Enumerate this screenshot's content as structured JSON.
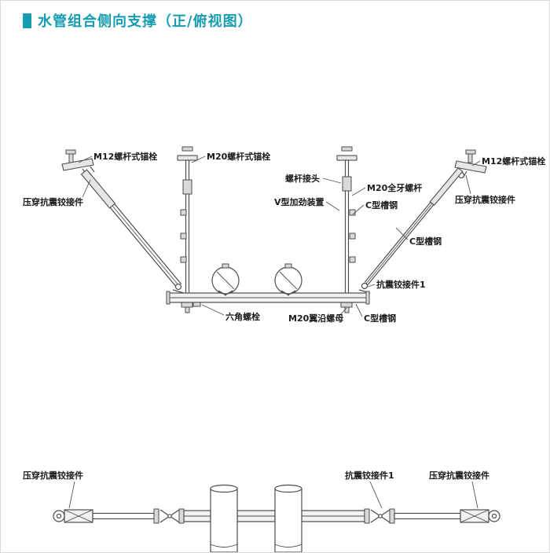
{
  "title": {
    "text": "水管组合侧向支撑（正/俯视图）"
  },
  "front": {
    "m12_anchor_left": "M12螺杆式锚栓",
    "m20_anchor": "M20螺杆式锚栓",
    "rod_coupling": "螺杆接头",
    "m20_full_thread_rod": "M20全牙螺杆",
    "m12_anchor_right": "M12螺杆式锚栓",
    "crush_seismic_hinge_left": "压穿抗震铰接件",
    "v_stiffener": "V型加劲装置",
    "c_channel_top": "C型槽钢",
    "crush_seismic_hinge_right": "压穿抗震铰接件",
    "c_channel_brace": "C型槽钢",
    "seismic_hinge_1": "抗震铰接件1",
    "hex_bolt": "六角螺栓",
    "m20_flange_nut": "M20翼沿螺母",
    "c_channel_bottom": "C型槽钢"
  },
  "top": {
    "crush_seismic_hinge_left": "压穿抗震铰接件",
    "seismic_hinge_1": "抗震铰接件1",
    "crush_seismic_hinge_right": "压穿抗震铰接件"
  },
  "colors": {
    "accent": "#159cb2",
    "line": "#4d4d4d"
  }
}
